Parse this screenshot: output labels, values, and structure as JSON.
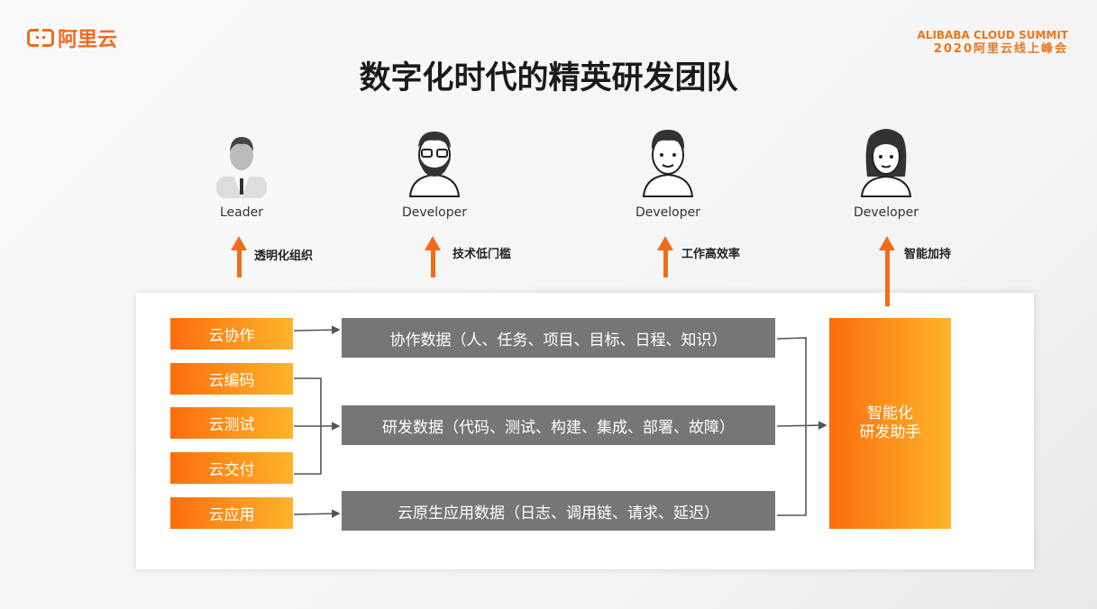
{
  "header": {
    "logo_text": "阿里云",
    "summit_en": "ALIBABA CLOUD SUMMIT",
    "summit_cn": "2020阿里云线上峰会",
    "title": "数字化时代的精英研发团队"
  },
  "roles": [
    {
      "label": "Leader",
      "benefit": "透明化组织",
      "icon": "leader-avatar-icon"
    },
    {
      "label": "Developer",
      "benefit": "技术低门槛",
      "icon": "developer-beard-avatar-icon"
    },
    {
      "label": "Developer",
      "benefit": "工作高效率",
      "icon": "developer-avatar-icon"
    },
    {
      "label": "Developer",
      "benefit": "智能加持",
      "icon": "developer-female-avatar-icon"
    }
  ],
  "sources": [
    "云协作",
    "云编码",
    "云测试",
    "云交付",
    "云应用"
  ],
  "data_boxes": [
    "协作数据（人、任务、项目、目标、日程、知识）",
    "研发数据（代码、测试、构建、集成、部署、故障）",
    "云原生应用数据（日志、调用链、请求、延迟）"
  ],
  "assistant": {
    "line1": "智能化",
    "line2": "研发助手"
  },
  "colors": {
    "orange": "#f26b1d",
    "gray": "#767676"
  }
}
